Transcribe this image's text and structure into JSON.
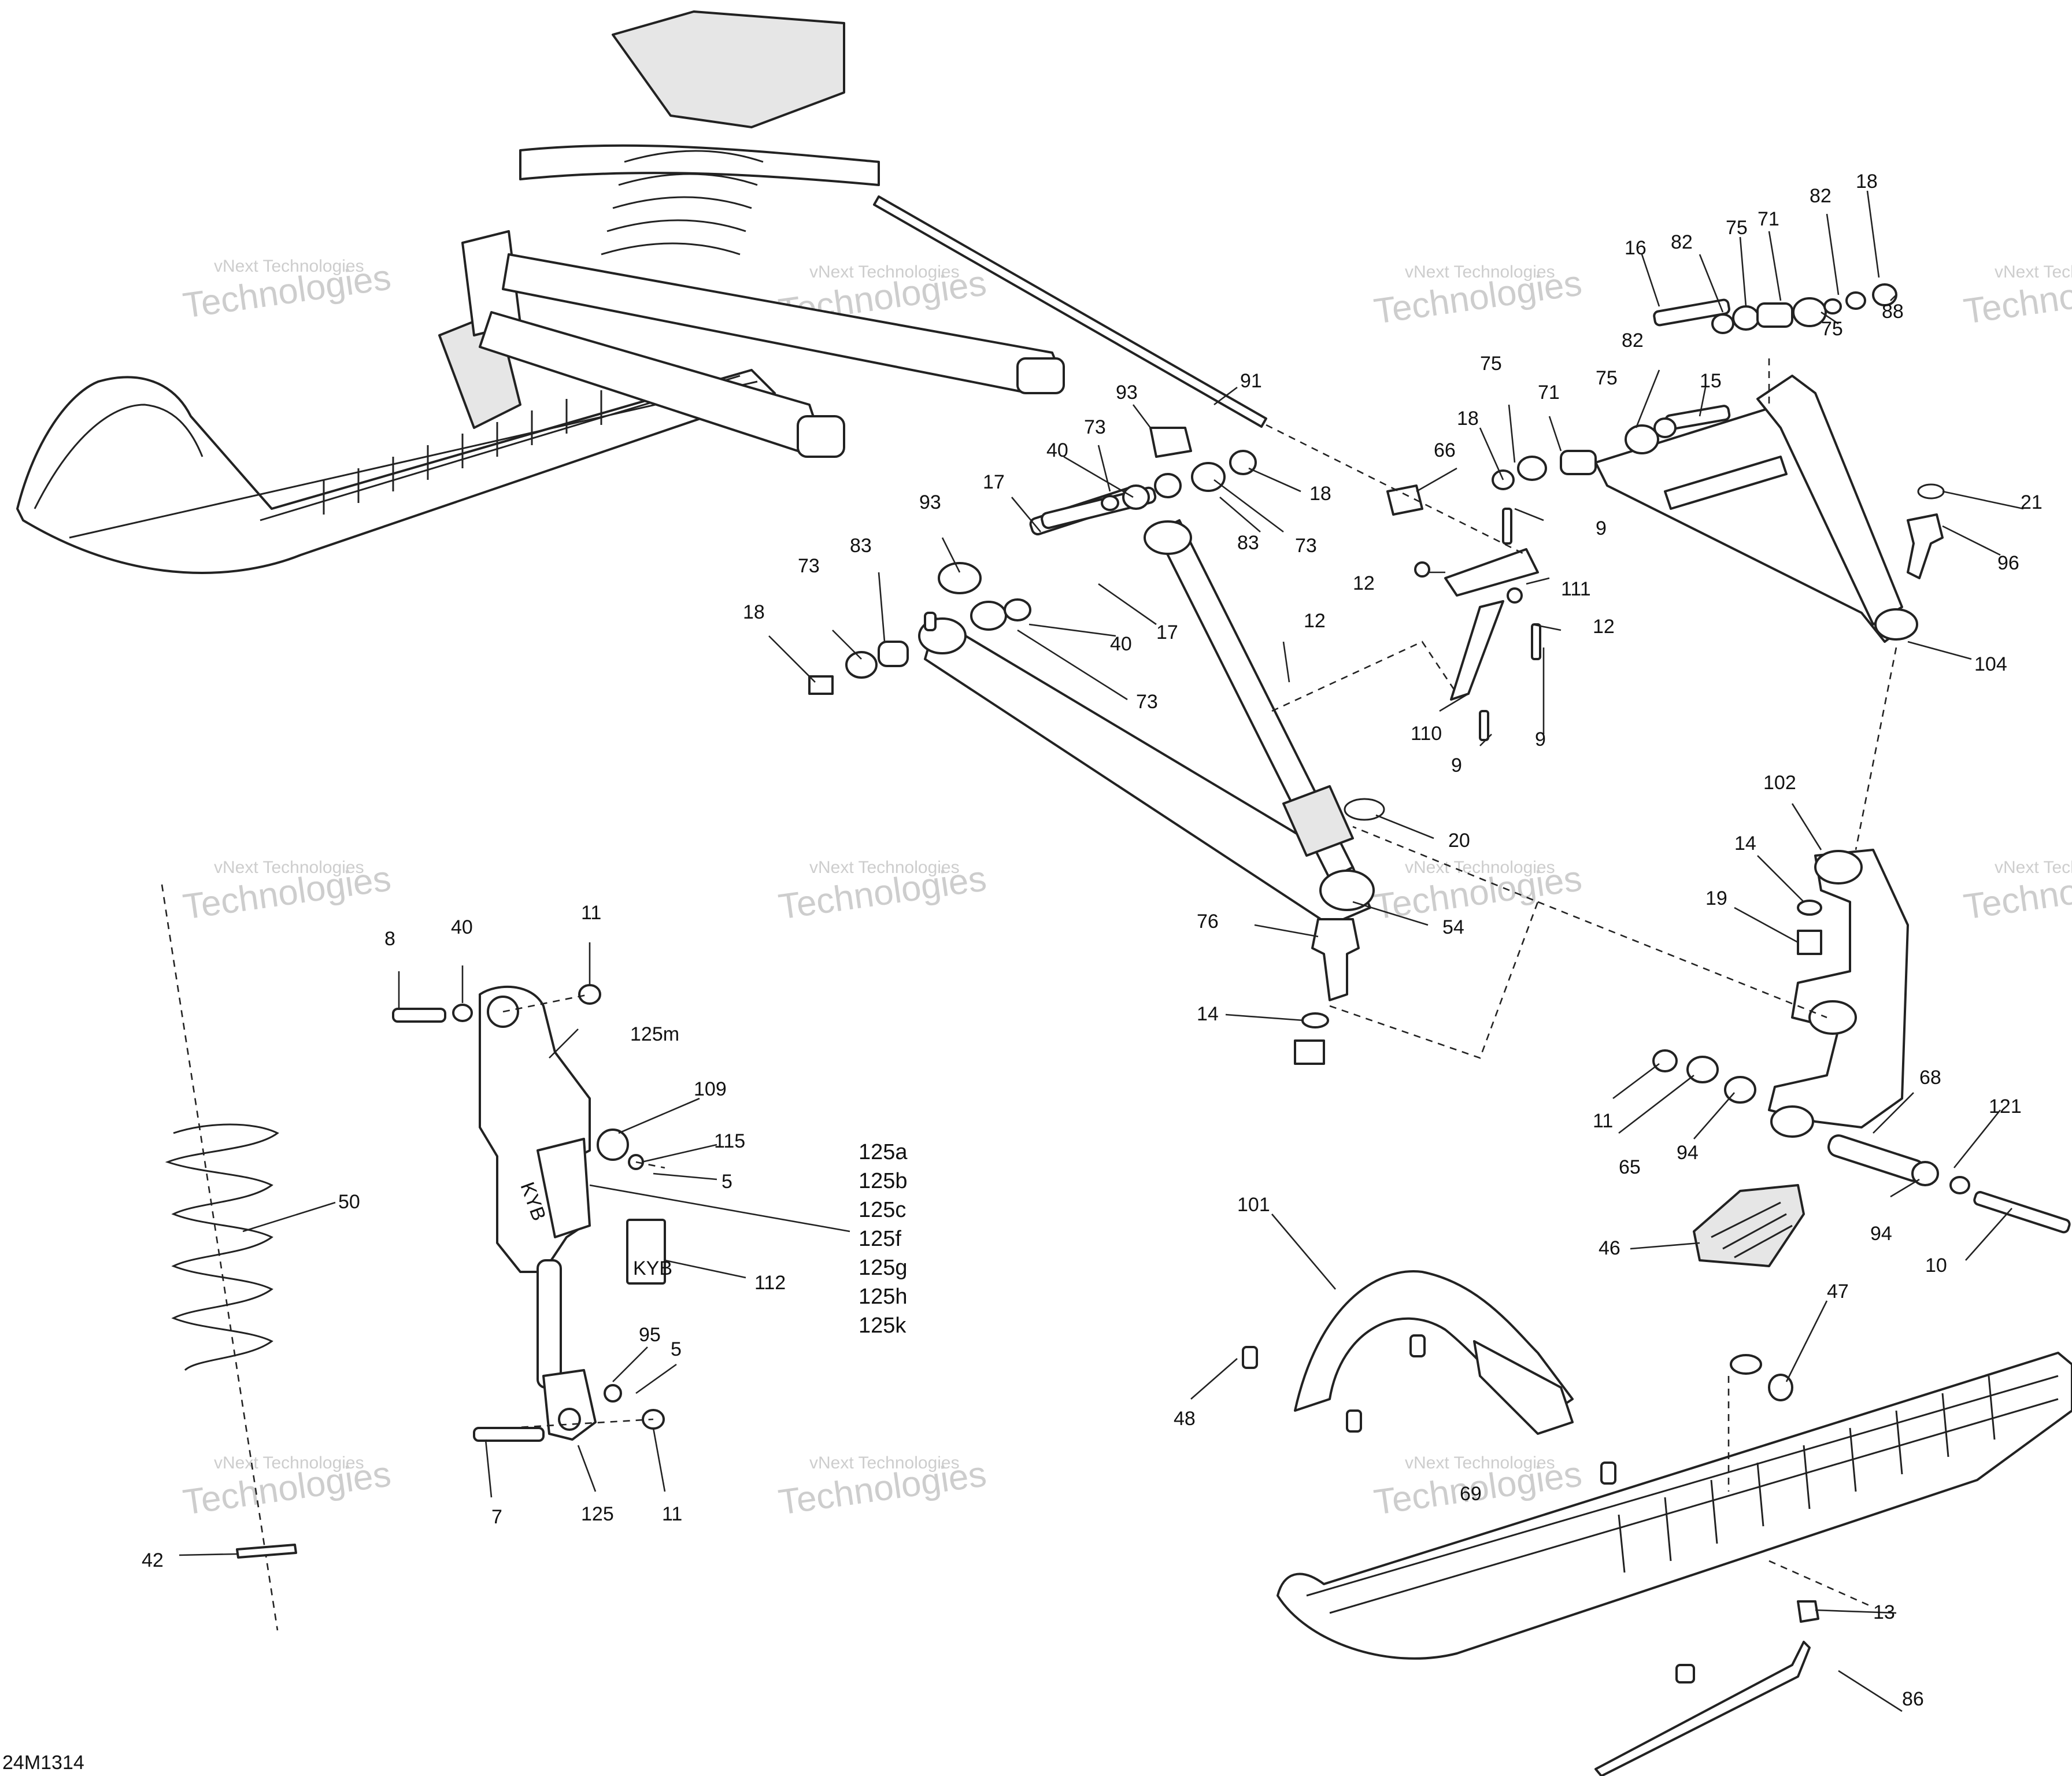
{
  "drawing_code": "24M1314",
  "watermark": {
    "company": "vNext Technologies",
    "big_word": "Technologies",
    "small": "vNext Technologies"
  },
  "callouts": {
    "c91": "91",
    "c93a": "93",
    "c73a": "73",
    "c40a": "40",
    "c17a": "17",
    "c18a": "18",
    "c83a": "83",
    "c73b": "73",
    "c93b": "93",
    "c73c": "73",
    "c83b": "83",
    "c18b": "18",
    "c17b": "17",
    "c40b": "40",
    "c73d": "73",
    "c66": "66",
    "c75a": "75",
    "c18c": "18",
    "c71a": "71",
    "c16": "16",
    "c82a": "82",
    "c75b": "75",
    "c71b": "71",
    "c82b": "82",
    "c18d": "18",
    "c88": "88",
    "c75c": "75",
    "c82c": "82",
    "c75d": "75",
    "c15": "15",
    "c9a": "9",
    "c12a": "12",
    "c111": "111",
    "c12b": "12",
    "c9b": "9",
    "c110": "110",
    "c9c": "9",
    "c21": "21",
    "c96": "96",
    "c104": "104",
    "c12c": "12",
    "c20": "20",
    "c54": "54",
    "c76": "76",
    "c14a": "14",
    "c102": "102",
    "c14b": "14",
    "c19": "19",
    "c68": "68",
    "c121": "121",
    "c11a": "11",
    "c65": "65",
    "c94a": "94",
    "c94b": "94",
    "c10": "10",
    "c46": "46",
    "c8": "8",
    "c40c": "40",
    "c11b": "11",
    "c125m": "125m",
    "c109": "109",
    "c115": "115",
    "c5a": "5",
    "c125a": "125a",
    "c125b": "125b",
    "c125c": "125c",
    "c125f": "125f",
    "c125g": "125g",
    "c125h": "125h",
    "c125k": "125k",
    "c112": "112",
    "c50": "50",
    "c95": "95",
    "c5b": "5",
    "c7": "7",
    "c125": "125",
    "c11c": "11",
    "c42": "42",
    "c101": "101",
    "c48": "48",
    "c47": "47",
    "c69": "69",
    "c13": "13",
    "c86": "86"
  },
  "decal_text": "KYB"
}
